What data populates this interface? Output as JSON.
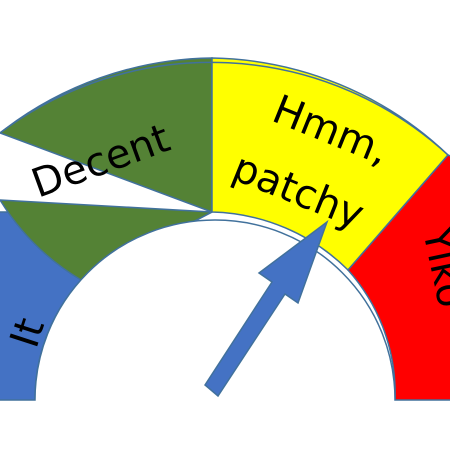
{
  "gauge": {
    "segments": [
      {
        "id": "blue",
        "label": "It",
        "color": "#4472C4"
      },
      {
        "id": "green",
        "label": "Decent",
        "color": "#548235"
      },
      {
        "id": "yellow",
        "label_lines": [
          "Hmm,",
          "patchy"
        ],
        "color": "#FFFF00"
      },
      {
        "id": "red",
        "label": "Yiko",
        "color": "#FF0000"
      }
    ],
    "outline_color": "#41719C",
    "pointer": {
      "color": "#4472C4",
      "points_to": "yellow"
    }
  }
}
